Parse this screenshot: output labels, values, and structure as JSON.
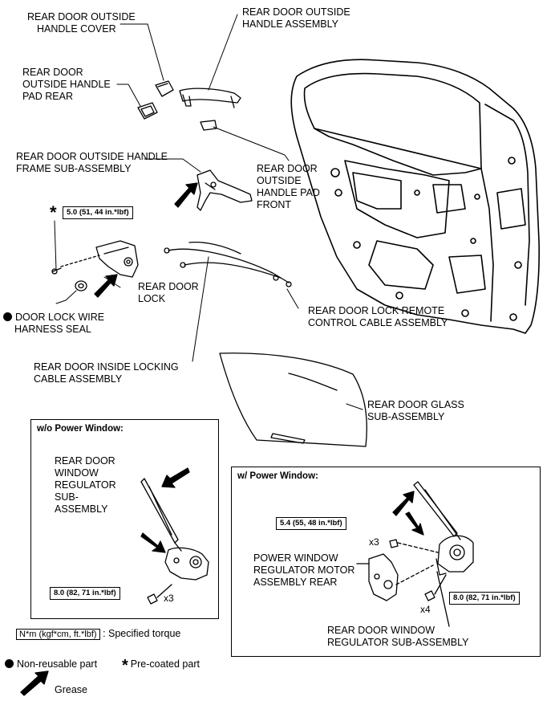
{
  "labels": {
    "handle_cover": [
      "REAR DOOR OUTSIDE",
      "HANDLE COVER"
    ],
    "handle_assembly": [
      "REAR DOOR OUTSIDE",
      "HANDLE ASSEMBLY"
    ],
    "pad_rear": [
      "REAR DOOR",
      "OUTSIDE HANDLE",
      "PAD REAR"
    ],
    "frame_sub": [
      "REAR DOOR OUTSIDE HANDLE",
      "FRAME SUB-ASSEMBLY"
    ],
    "pad_front": [
      "REAR DOOR",
      "OUTSIDE",
      "HANDLE PAD",
      "FRONT"
    ],
    "door_lock": [
      "REAR DOOR",
      "LOCK"
    ],
    "wire_seal": [
      "DOOR LOCK WIRE",
      "HARNESS SEAL"
    ],
    "remote_cable": [
      "REAR DOOR LOCK REMOTE",
      "CONTROL CABLE ASSEMBLY"
    ],
    "inside_cable": [
      "REAR DOOR INSIDE LOCKING",
      "CABLE ASSEMBLY"
    ],
    "glass": [
      "REAR DOOR GLASS",
      "SUB-ASSEMBLY"
    ],
    "regulator_manual": [
      "REAR DOOR",
      "WINDOW",
      "REGULATOR",
      "SUB-",
      "ASSEMBLY"
    ],
    "motor": [
      "POWER WINDOW",
      "REGULATOR MOTOR",
      "ASSEMBLY REAR"
    ],
    "regulator_power": [
      "REAR DOOR WINDOW",
      "REGULATOR SUB-ASSEMBLY"
    ]
  },
  "torques": {
    "lock": "5.0 (51, 44 in.*lbf)",
    "manual_regulator": "8.0 (82, 71 in.*lbf)",
    "motor": "5.4 (55, 48 in.*lbf)",
    "power_regulator": "8.0 (82, 71 in.*lbf)"
  },
  "multipliers": {
    "manual_bolts": "x3",
    "motor_bolts": "x3",
    "power_bolts": "x4"
  },
  "boxes": {
    "manual_title": "w/o Power Window:",
    "power_title": "w/ Power Window:"
  },
  "legend": {
    "torque_unit": "N*m (kgf*cm, ft.*lbf)",
    "torque_text": ": Specified torque",
    "non_reusable": "Non-reusable part",
    "precoated": "Pre-coated part",
    "grease": "Grease"
  },
  "symbols": {
    "star": "*"
  }
}
